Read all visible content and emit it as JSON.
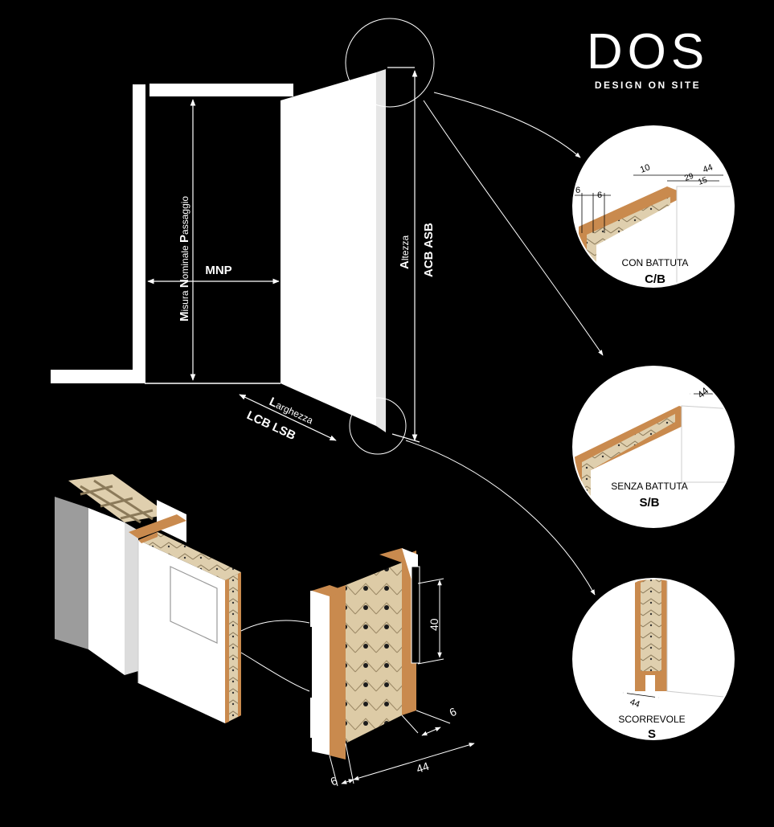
{
  "brand": {
    "logo": "DOS",
    "tagline": "DESIGN ON SITE"
  },
  "door": {
    "mnp": "MNP",
    "label_mnp_line": {
      "m": "M",
      "isura": "isura ",
      "n": "N",
      "ominale": "ominale ",
      "p": "P",
      "assaggio": "assaggio"
    },
    "altezza": {
      "a": "A",
      "ltezza": "ltezza"
    },
    "acb_asb": "ACB ASB",
    "larghezza": {
      "l": "L",
      "arghezza": "arghezza"
    },
    "lcb_lsb": "LCB LSB"
  },
  "details": [
    {
      "name": "CON BATTUTA",
      "code": "C/B",
      "dims": {
        "d10": "10",
        "d44": "44",
        "d29": "29",
        "d15": "15",
        "d6a": "6",
        "d6b": "6"
      }
    },
    {
      "name": "SENZA BATTUTA",
      "code": "S/B",
      "dims": {
        "d44": "44"
      }
    },
    {
      "name": "SCORREVOLE",
      "code": "S",
      "dims": {
        "d44": "44"
      }
    }
  ],
  "section": {
    "dim_40": "40",
    "dim_6_right": "6",
    "dim_6_left": "6",
    "dim_44": "44"
  },
  "colors": {
    "background": "#000000",
    "line": "#ffffff",
    "wood": "#c98a4e",
    "honeycomb": "#dfcfae",
    "grey": "#9c9c9c"
  }
}
